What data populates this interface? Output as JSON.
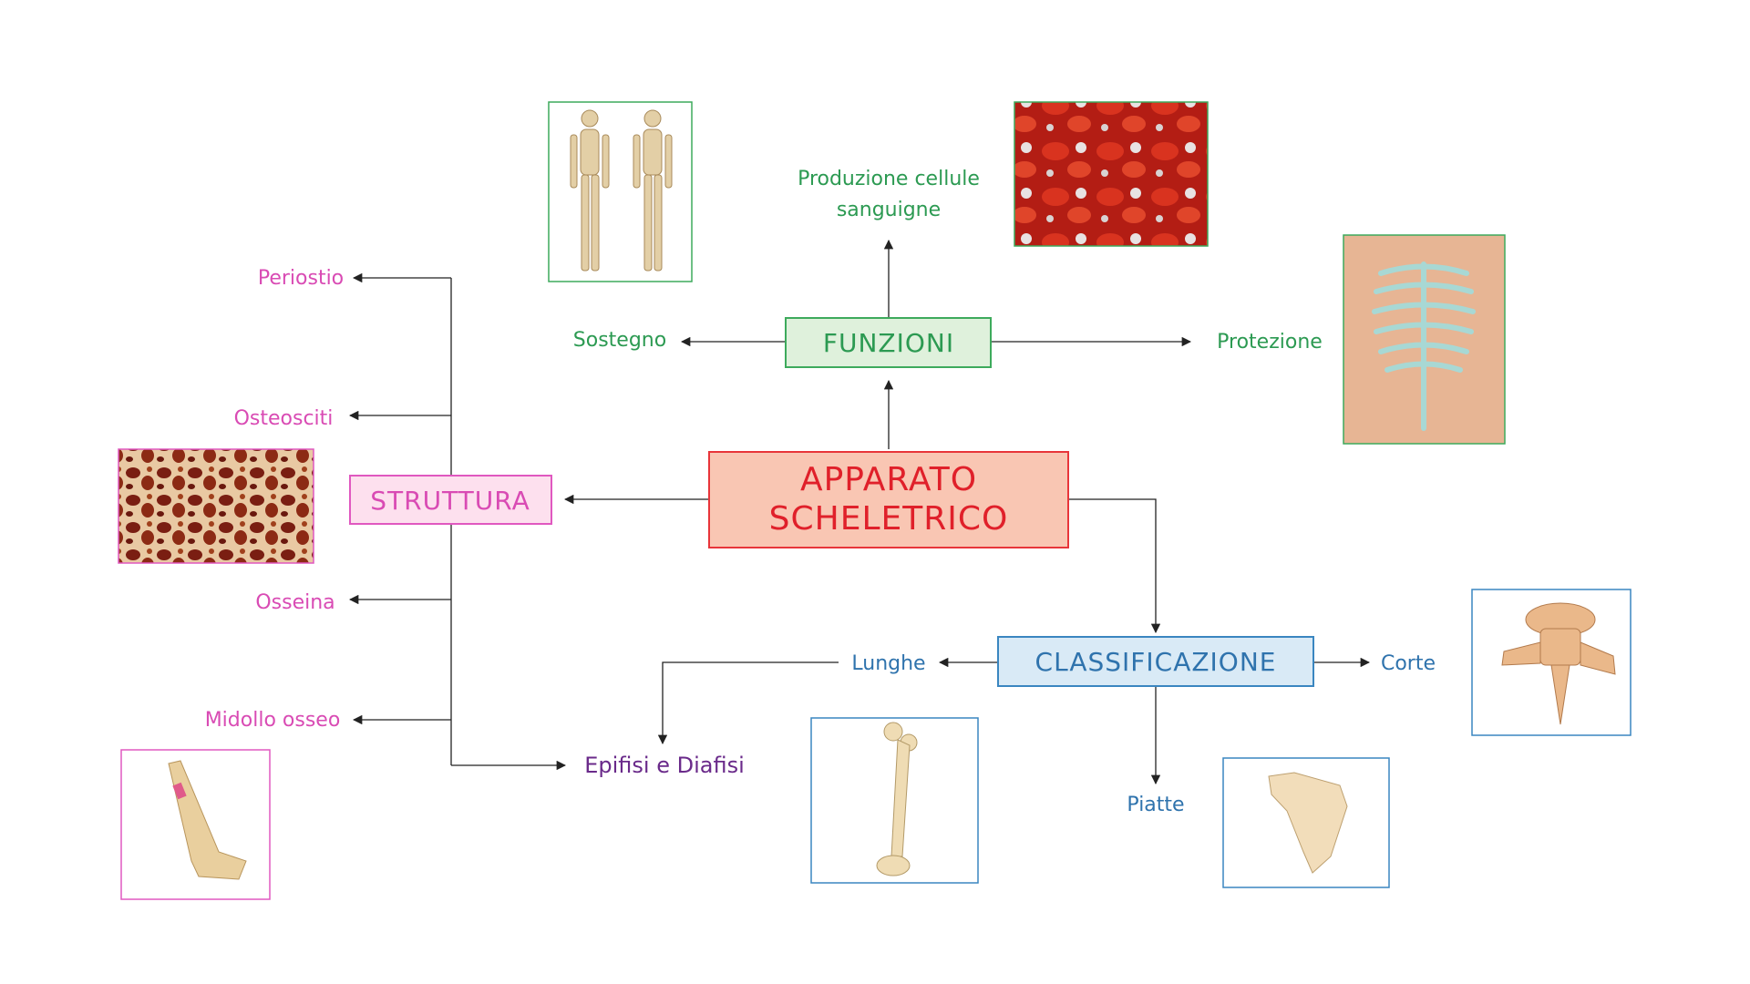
{
  "main": {
    "line1": "APPARATO",
    "line2": "SCHELETRICO"
  },
  "funzioni": {
    "title": "FUNZIONI",
    "items": {
      "sostegno": "Sostegno",
      "produzione_1": "Produzione cellule",
      "produzione_2": "sanguigne",
      "protezione": "Protezione"
    }
  },
  "struttura": {
    "title": "STRUTTURA",
    "items": {
      "periostio": "Periostio",
      "osteosciti": "Osteosciti",
      "osseina": "Osseina",
      "midollo": "Midollo osseo",
      "epifisi": "Epifisi e Diafisi"
    }
  },
  "classificazione": {
    "title": "CLASSIFICAZIONE",
    "items": {
      "lunghe": "Lunghe",
      "corte": "Corte",
      "piatte": "Piatte"
    }
  },
  "colors": {
    "main_fill": "#f9c6b3",
    "main_border": "#e8353a",
    "main_text": "#e0202a",
    "funzioni_fill": "#dff1dc",
    "funzioni_border": "#3daa5c",
    "funzioni_text": "#2c9a52",
    "struttura_fill": "#fde0ee",
    "struttura_border": "#e058c0",
    "struttura_text": "#d94bb4",
    "class_fill": "#d9eaf6",
    "class_border": "#3a86c0",
    "class_text": "#2f73ad",
    "epifisi_text": "#6a2a8a",
    "line": "#222222"
  }
}
